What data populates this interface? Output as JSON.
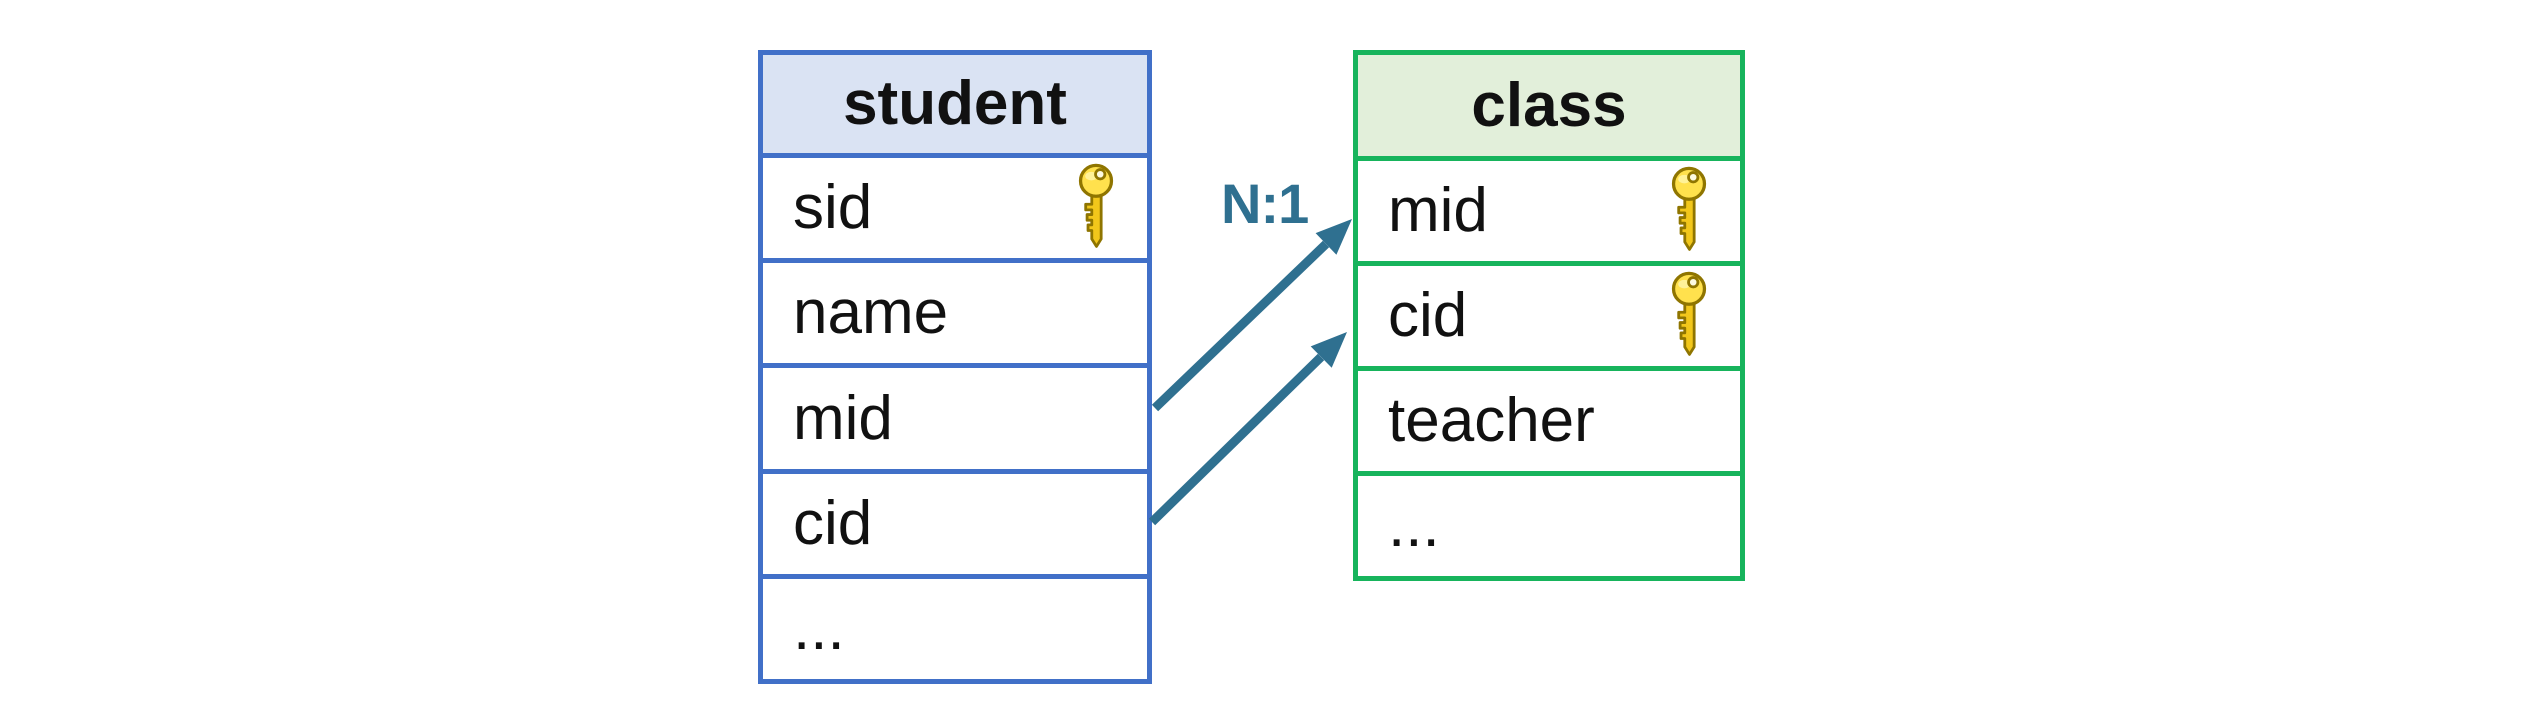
{
  "tables": {
    "student": {
      "title": "student",
      "fields": [
        {
          "name": "sid",
          "key": true
        },
        {
          "name": "name",
          "key": false
        },
        {
          "name": "mid",
          "key": false
        },
        {
          "name": "cid",
          "key": false
        },
        {
          "name": "...",
          "key": false
        }
      ]
    },
    "class": {
      "title": "class",
      "fields": [
        {
          "name": "mid",
          "key": true
        },
        {
          "name": "cid",
          "key": true
        },
        {
          "name": "teacher",
          "key": false
        },
        {
          "name": "...",
          "key": false
        }
      ]
    }
  },
  "relationship": {
    "label": "N:1",
    "links": [
      {
        "from": "student.mid",
        "to": "class.mid"
      },
      {
        "from": "student.cid",
        "to": "class.cid"
      }
    ]
  },
  "icons": {
    "key": "key-icon"
  },
  "colors": {
    "student_border": "#4170C8",
    "student_header_fill": "#DAE3F3",
    "class_border": "#17B45C",
    "class_header_fill": "#E2EFDA",
    "relation_accent": "#2F7090",
    "key_gold": "#FFE14D",
    "text": "#111111",
    "background": "#FFFFFF"
  }
}
